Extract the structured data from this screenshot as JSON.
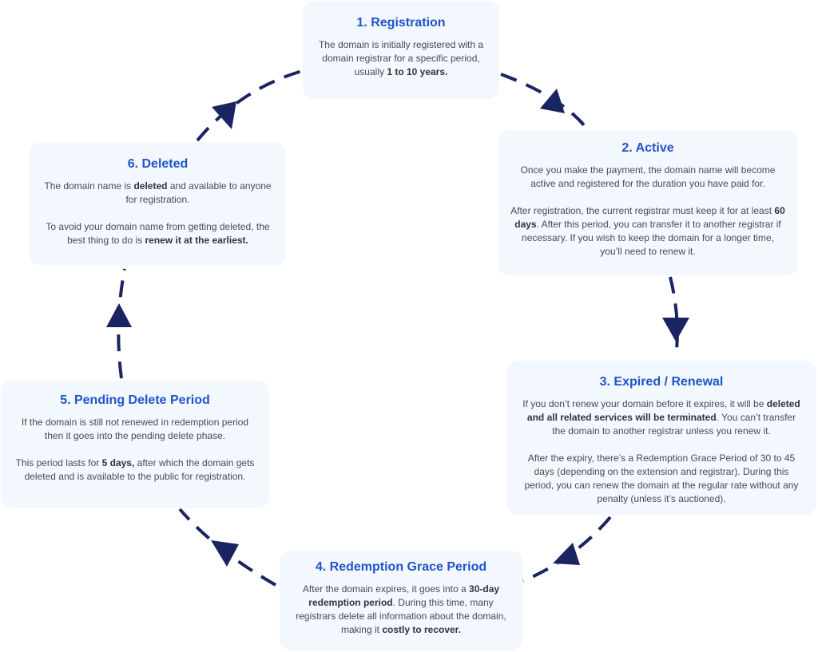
{
  "diagram": {
    "colors": {
      "arrow": "#1b2462",
      "heading": "#1f55c7",
      "card": "#f3f7fe",
      "body_text": "#444b59"
    },
    "stages": [
      {
        "id": "registration",
        "title": "1. Registration",
        "paragraphs": [
          [
            {
              "t": "The domain is initially registered with a domain registrar for a specific period, usually "
            },
            {
              "t": "1 to 10 years.",
              "b": true
            }
          ]
        ]
      },
      {
        "id": "active",
        "title": "2. Active",
        "paragraphs": [
          [
            {
              "t": "Once you make the payment, the domain name will become active and registered for the duration you have paid for."
            }
          ],
          [
            {
              "t": "After registration, the current registrar must keep it for at least "
            },
            {
              "t": "60 days",
              "b": true
            },
            {
              "t": ". After this period, you can transfer it to another registrar if necessary. If you wish to keep the domain for a longer time, you’ll need to renew it."
            }
          ]
        ]
      },
      {
        "id": "expired-renewal",
        "title": "3. Expired / Renewal",
        "paragraphs": [
          [
            {
              "t": "If you don’t renew your domain before it expires, it will be "
            },
            {
              "t": "deleted and all related services will be terminated",
              "b": true
            },
            {
              "t": ". You can’t transfer the domain to another registrar unless you renew it."
            }
          ],
          [
            {
              "t": "After the expiry, there’s a Redemption Grace Period of 30 to 45 days (depending on the extension and registrar). During this period, you can renew the domain at the regular rate without any penalty (unless it’s auctioned)."
            }
          ]
        ]
      },
      {
        "id": "redemption-grace-period",
        "title": "4. Redemption Grace Period",
        "paragraphs": [
          [
            {
              "t": "After the domain expires, it goes into a "
            },
            {
              "t": "30-day redemption period",
              "b": true
            },
            {
              "t": ". During this time, many registrars delete all information about the domain, making it "
            },
            {
              "t": "costly to recover.",
              "b": true
            }
          ]
        ]
      },
      {
        "id": "pending-delete-period",
        "title": "5. Pending Delete Period",
        "paragraphs": [
          [
            {
              "t": "If the domain is still not renewed in redemption period then it goes into the pending delete phase."
            }
          ],
          [
            {
              "t": "This period lasts for "
            },
            {
              "t": "5 days,",
              "b": true
            },
            {
              "t": " after which the domain gets deleted and is available to the public for registration."
            }
          ]
        ]
      },
      {
        "id": "deleted",
        "title": "6. Deleted",
        "paragraphs": [
          [
            {
              "t": "The domain name is "
            },
            {
              "t": "deleted",
              "b": true
            },
            {
              "t": " and available to anyone for registration."
            }
          ],
          [
            {
              "t": "To avoid your domain name from getting deleted, the best thing to do is "
            },
            {
              "t": "renew it at the earliest.",
              "b": true
            }
          ]
        ]
      }
    ]
  }
}
